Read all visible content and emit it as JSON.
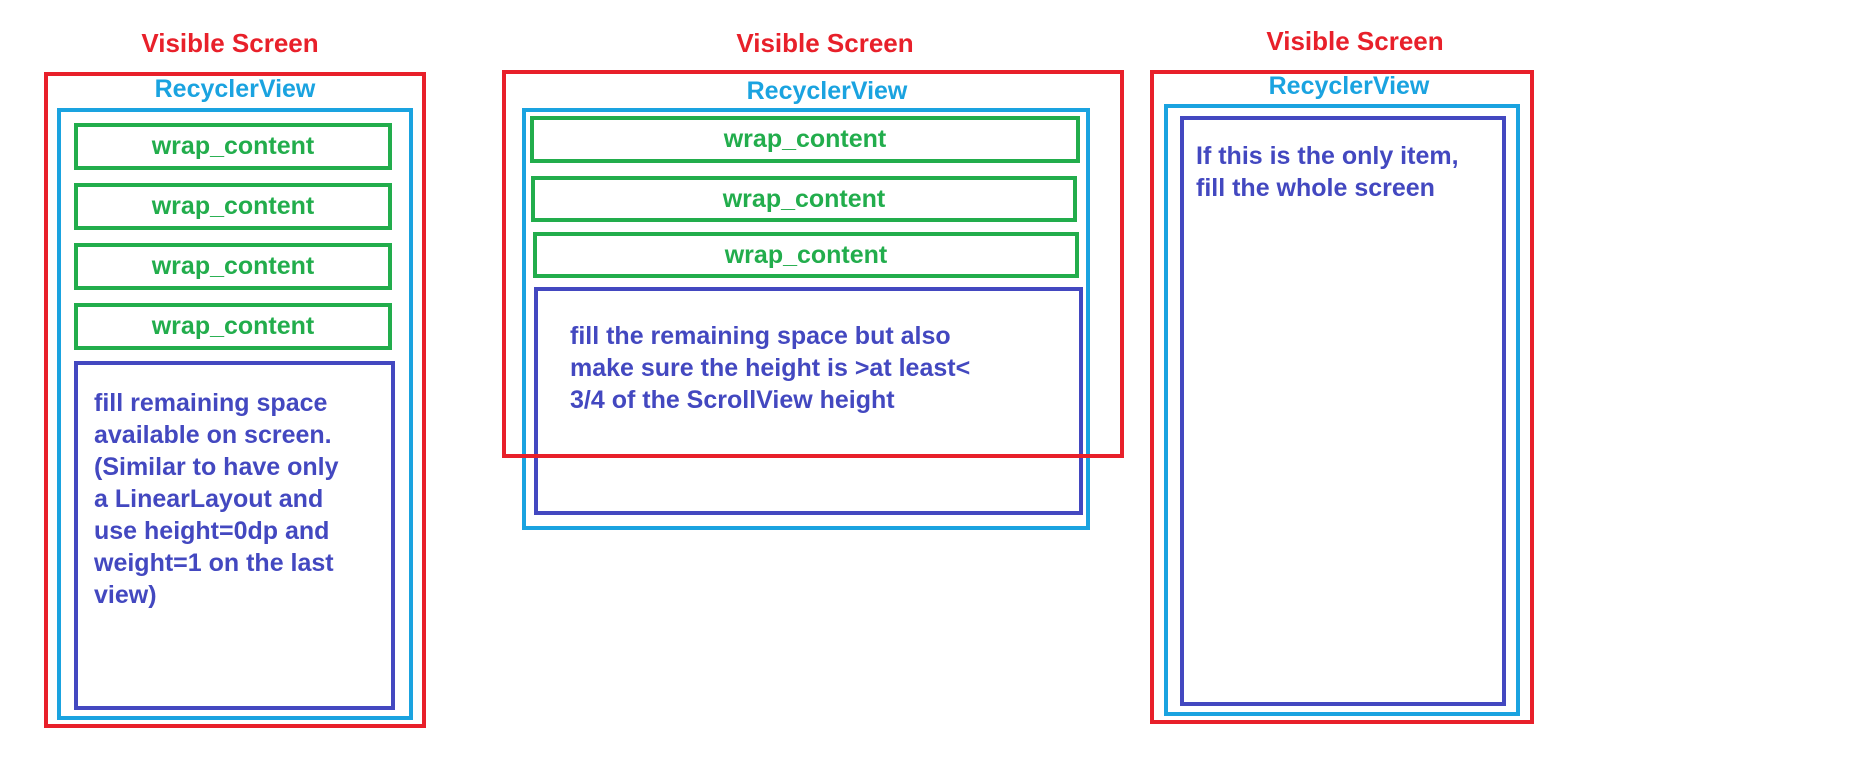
{
  "colors": {
    "visible_screen": "#e8202a",
    "recycler_view": "#1aa3e0",
    "wrap_item": "#22ad4c",
    "fill_item": "#4348c0"
  },
  "diagrams": [
    {
      "title": "Visible Screen",
      "recycler_label": "RecyclerView",
      "items": [
        "wrap_content",
        "wrap_content",
        "wrap_content",
        "wrap_content"
      ],
      "fill_text": "fill remaining space\navailable on screen.\n(Similar to have only\na LinearLayout and\nuse height=0dp and\nweight=1 on the last\nview)"
    },
    {
      "title": "Visible Screen",
      "recycler_label": "RecyclerView",
      "items": [
        "wrap_content",
        "wrap_content",
        "wrap_content"
      ],
      "fill_text": "fill the remaining space but also\nmake sure the height is >at least<\n3/4 of the ScrollView height"
    },
    {
      "title": "Visible Screen",
      "recycler_label": "RecyclerView",
      "items": [],
      "fill_text": "If this is the only item,\nfill the whole screen"
    }
  ]
}
